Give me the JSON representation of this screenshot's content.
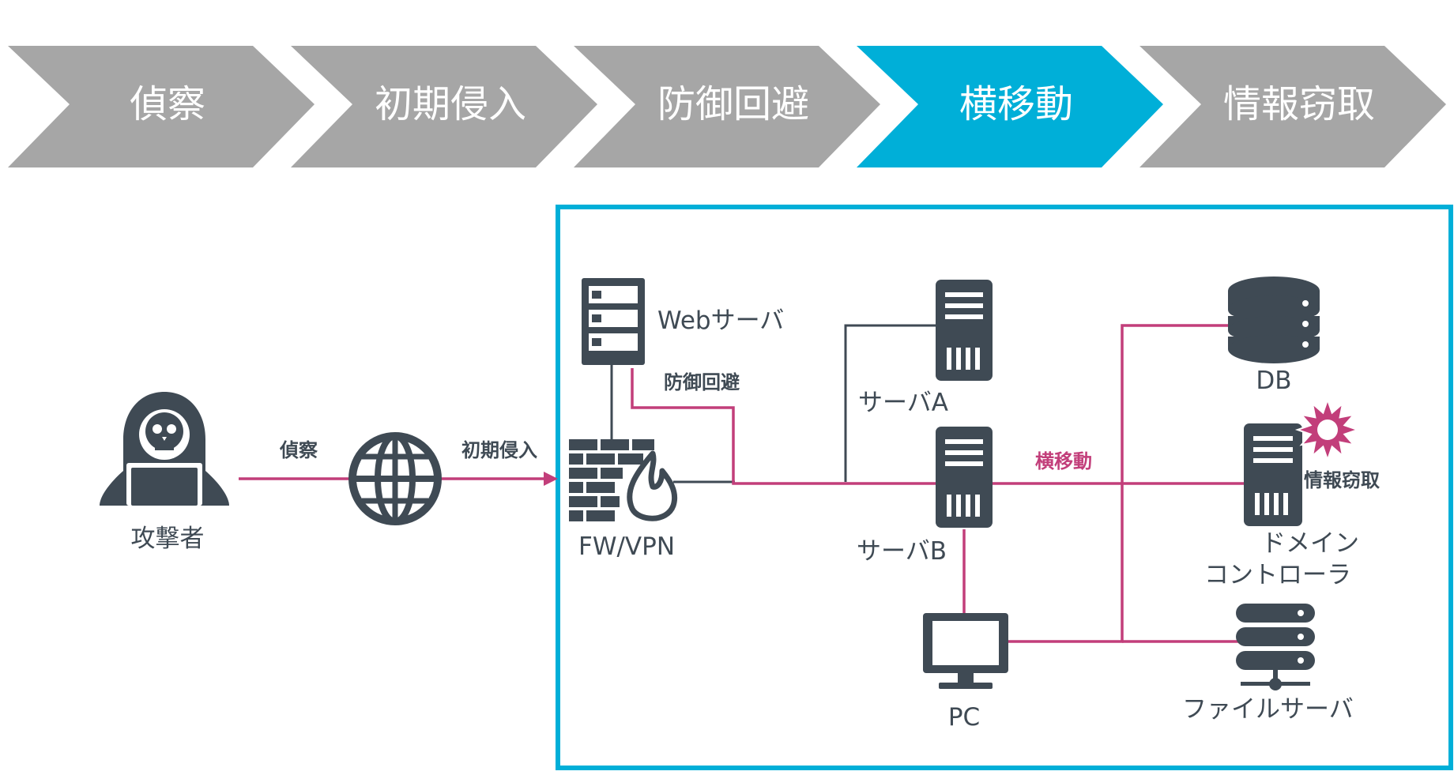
{
  "colors": {
    "phase_inactive": "#a6a6a6",
    "phase_active": "#00afd8",
    "network_border": "#00afd8",
    "icon": "#3f4a54",
    "attack_path": "#c23e7a"
  },
  "phases": [
    {
      "label": "偵察",
      "active": false
    },
    {
      "label": "初期侵入",
      "active": false
    },
    {
      "label": "防御回避",
      "active": false
    },
    {
      "label": "横移動",
      "active": true
    },
    {
      "label": "情報窃取",
      "active": false
    }
  ],
  "nodes": {
    "attacker": {
      "label": "攻撃者",
      "icon": "hacker-icon"
    },
    "internet": {
      "icon": "globe-icon"
    },
    "web_server": {
      "label": "Webサーバ",
      "icon": "rack-server-icon"
    },
    "firewall": {
      "label": "FW/VPN",
      "icon": "firewall-icon"
    },
    "server_a": {
      "label": "サーバA",
      "icon": "tower-server-icon"
    },
    "server_b": {
      "label": "サーバB",
      "icon": "tower-server-icon"
    },
    "pc": {
      "label": "PC",
      "icon": "monitor-icon"
    },
    "db": {
      "label": "DB",
      "icon": "database-icon"
    },
    "domain_controller": {
      "label_line1": "ドメイン",
      "label_line2": "コントローラ",
      "icon": "tower-server-icon"
    },
    "file_server": {
      "label": "ファイルサーバ",
      "icon": "stacked-server-icon"
    }
  },
  "edge_labels": {
    "recon": "偵察",
    "initial_access": "初期侵入",
    "defense_evasion": "防御回避",
    "lateral_movement": "横移動",
    "exfiltration": "情報窃取"
  }
}
